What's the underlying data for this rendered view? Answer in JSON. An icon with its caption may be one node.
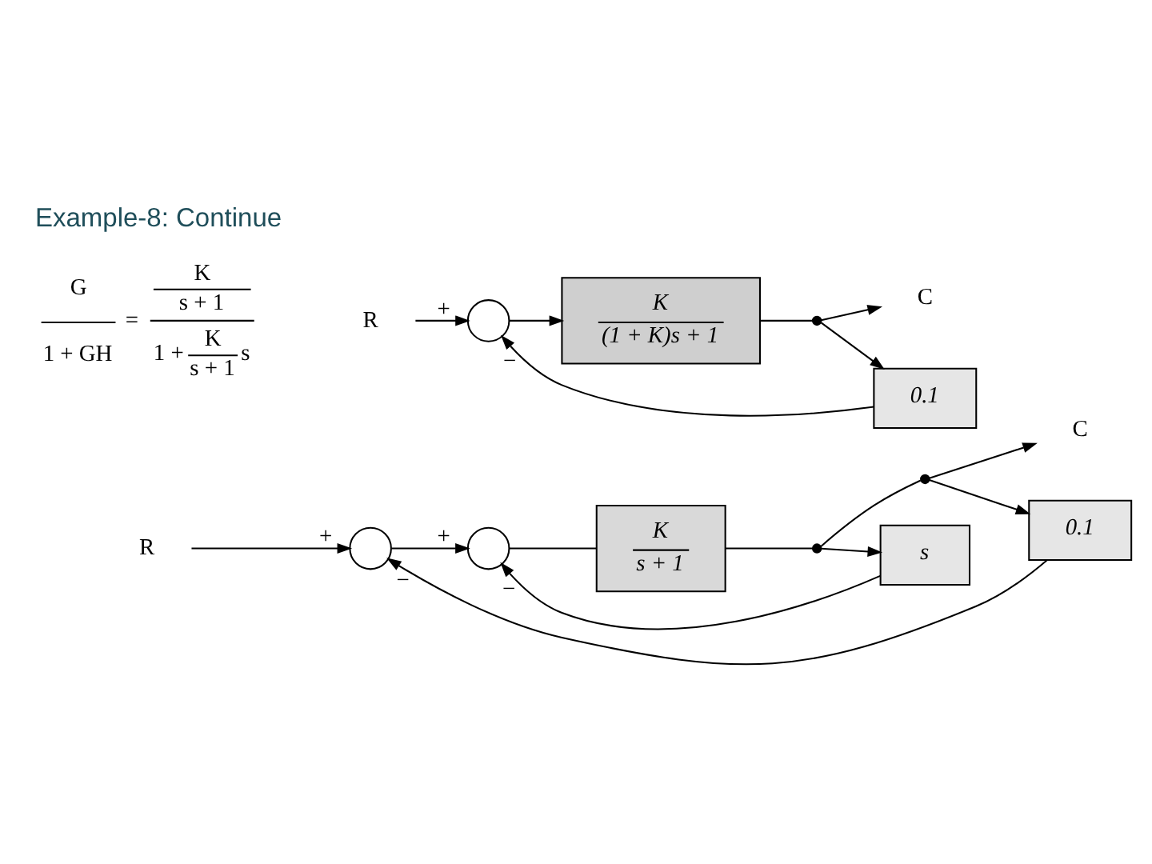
{
  "diagram": {
    "title": "Example-8: Continue",
    "nodes": [
      {
        "text": [
          "R"
        ]
      },
      {
        "text": [],
        "shape": "circle"
      },
      {
        "text": [],
        "shape": "circle"
      },
      {
        "text": [
          "K",
          "s + 1"
        ]
      },
      {
        "text": [],
        "shape": "dot"
      },
      {
        "text": [],
        "shape": "dot"
      },
      {
        "text": [
          "C"
        ]
      },
      {
        "text": [
          "s"
        ]
      },
      {
        "text": [
          "0.1"
        ]
      },
      {
        "text": [
          "R"
        ]
      },
      {
        "text": [],
        "shape": "circle"
      },
      {
        "text": [
          "K",
          "(1 + K)s + 1"
        ]
      },
      {
        "text": [],
        "shape": "dot"
      },
      {
        "text": [
          "C"
        ]
      },
      {
        "text": [
          "0.1"
        ]
      }
    ],
    "edges": [
      {
        "from": 0,
        "to": 1,
        "arrow": "to",
        "label": "+"
      },
      {
        "from": 1,
        "to": 2,
        "arrow": "to",
        "label": "+"
      },
      {
        "from": 2,
        "to": 3,
        "arrow": "none"
      },
      {
        "from": 3,
        "to": 4,
        "arrow": "none"
      },
      {
        "from": 4,
        "to": 5,
        "arrow": "none"
      },
      {
        "from": 5,
        "to": 6,
        "arrow": "to"
      },
      {
        "from": 4,
        "to": 7,
        "arrow": "to"
      },
      {
        "from": 7,
        "to": 2,
        "arrow": "to",
        "label": "−"
      },
      {
        "from": 5,
        "to": 8,
        "arrow": "to"
      },
      {
        "from": 8,
        "to": 1,
        "arrow": "to",
        "label": "−"
      },
      {
        "from": 9,
        "to": 10,
        "arrow": "to",
        "label": "+"
      },
      {
        "from": 10,
        "to": 11,
        "arrow": "to"
      },
      {
        "from": 11,
        "to": 12,
        "arrow": "none"
      },
      {
        "from": 12,
        "to": 13,
        "arrow": "to"
      },
      {
        "from": 12,
        "to": 14,
        "arrow": "to"
      },
      {
        "from": 14,
        "to": 10,
        "arrow": "to",
        "label": "−"
      }
    ],
    "labels": [
      "G",
      "1 + GH",
      "=",
      "K",
      "s + 1",
      "1 +",
      "K",
      "s + 1",
      "s"
    ]
  }
}
